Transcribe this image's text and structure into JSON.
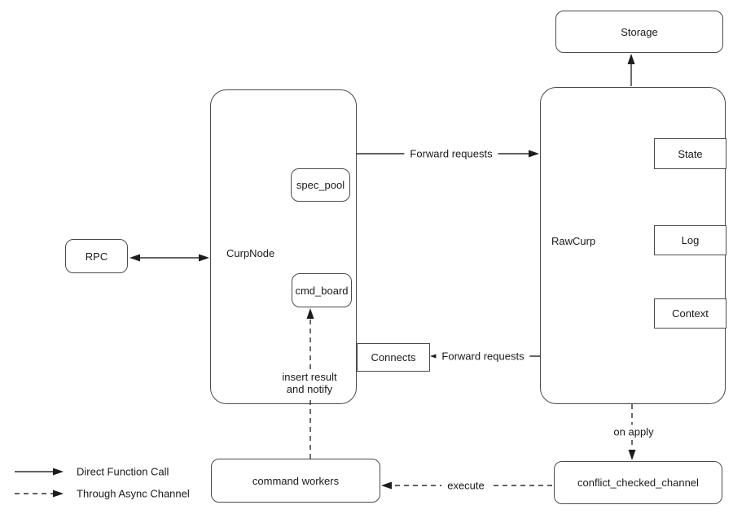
{
  "nodes": {
    "storage": "Storage",
    "rawcurp": "RawCurp",
    "state": "State",
    "log": "Log",
    "context": "Context",
    "curpnode": "CurpNode",
    "spec_pool": "spec_pool",
    "cmd_board": "cmd_board",
    "rpc": "RPC",
    "connects": "Connects",
    "conflict_checked_channel": "conflict_checked_channel",
    "command_workers": "command workers"
  },
  "edges": {
    "forward_requests_top": "Forward requests",
    "forward_requests_bottom": "Forward requests",
    "on_apply": "on apply",
    "execute": "execute",
    "insert_result_line1": "insert result",
    "insert_result_line2": "and notify"
  },
  "legend": {
    "direct_function_call": "Direct Function Call",
    "through_async_channel": "Through Async Channel"
  },
  "colors": {
    "stroke": "#2e2e2e",
    "text": "#1a1a1a",
    "background": "#ffffff"
  }
}
